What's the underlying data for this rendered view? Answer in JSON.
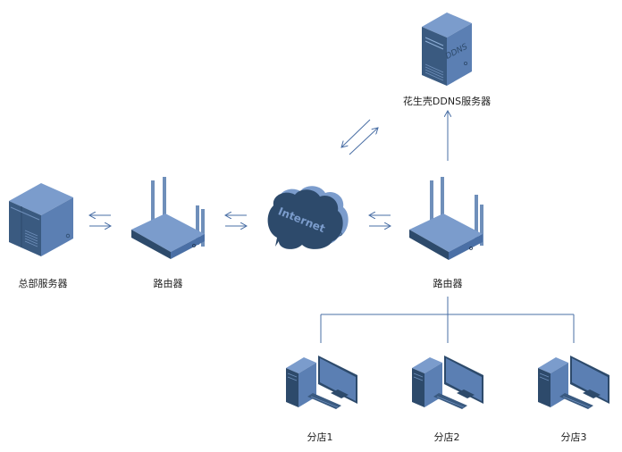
{
  "nodes": {
    "ddns_server": {
      "label": "花生壳DDNS服务器",
      "badge": "DDNS"
    },
    "hq_server": {
      "label": "总部服务器"
    },
    "router_left": {
      "label": "路由器"
    },
    "internet": {
      "label": "Internet"
    },
    "router_right": {
      "label": "路由器"
    },
    "branch1": {
      "label": "分店1"
    },
    "branch2": {
      "label": "分店2"
    },
    "branch3": {
      "label": "分店3"
    }
  },
  "colors": {
    "line": "#4a6fa5",
    "light": "#7b9ccc",
    "mid": "#5b7fb3",
    "dark": "#2d4a6b"
  }
}
